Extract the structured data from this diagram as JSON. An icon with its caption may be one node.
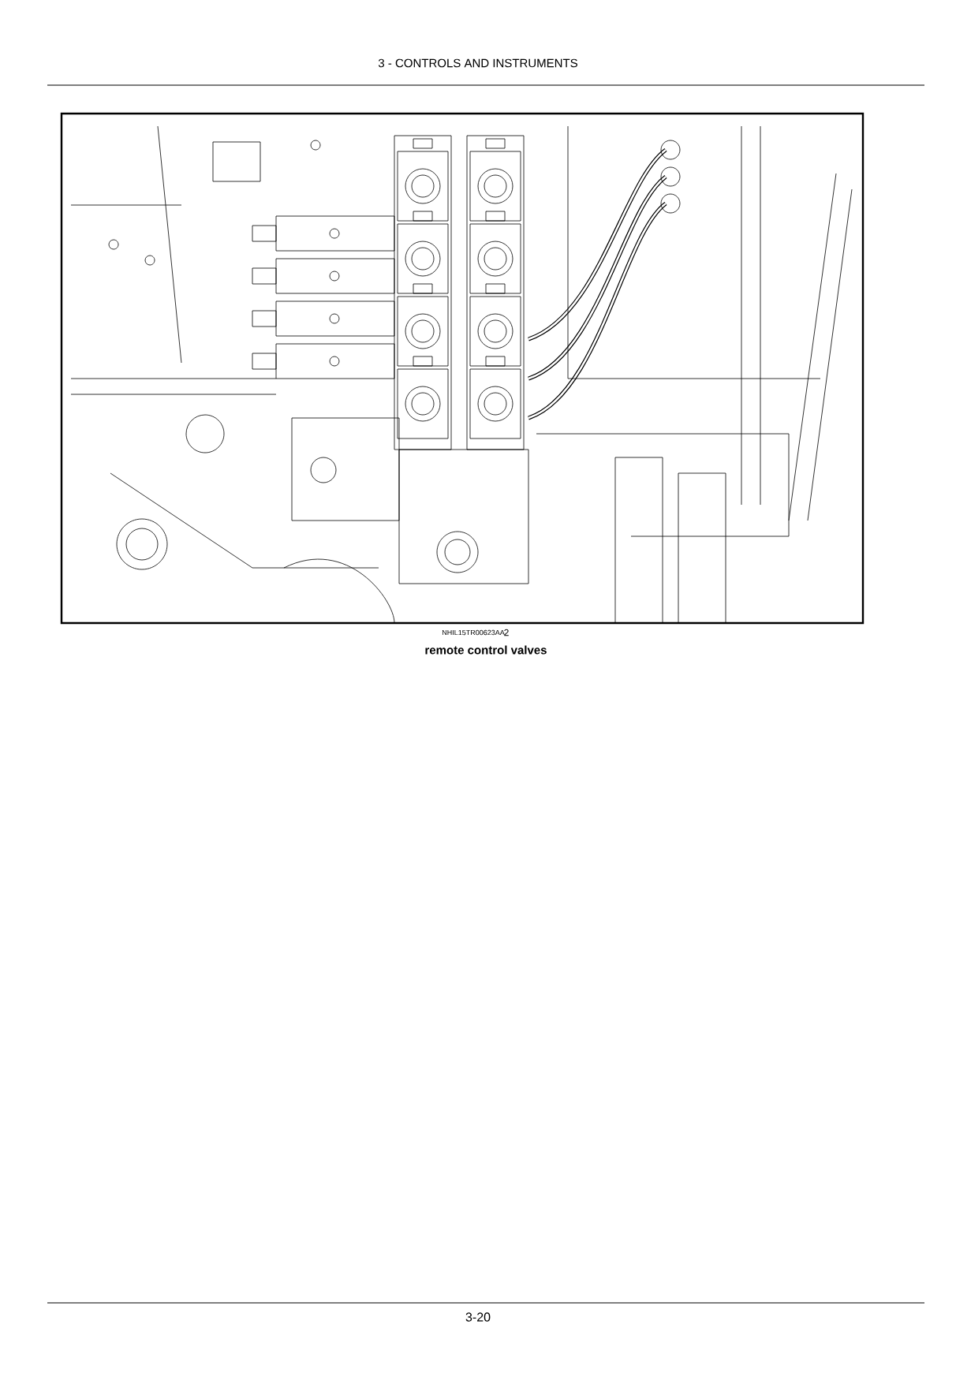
{
  "diagram": {
    "title": "3 - CONTROLS AND INSTRUMENTS",
    "caption": "remote control valves",
    "labels": [
      "NHIL15TR00623AA",
      "2",
      "3-20"
    ]
  }
}
